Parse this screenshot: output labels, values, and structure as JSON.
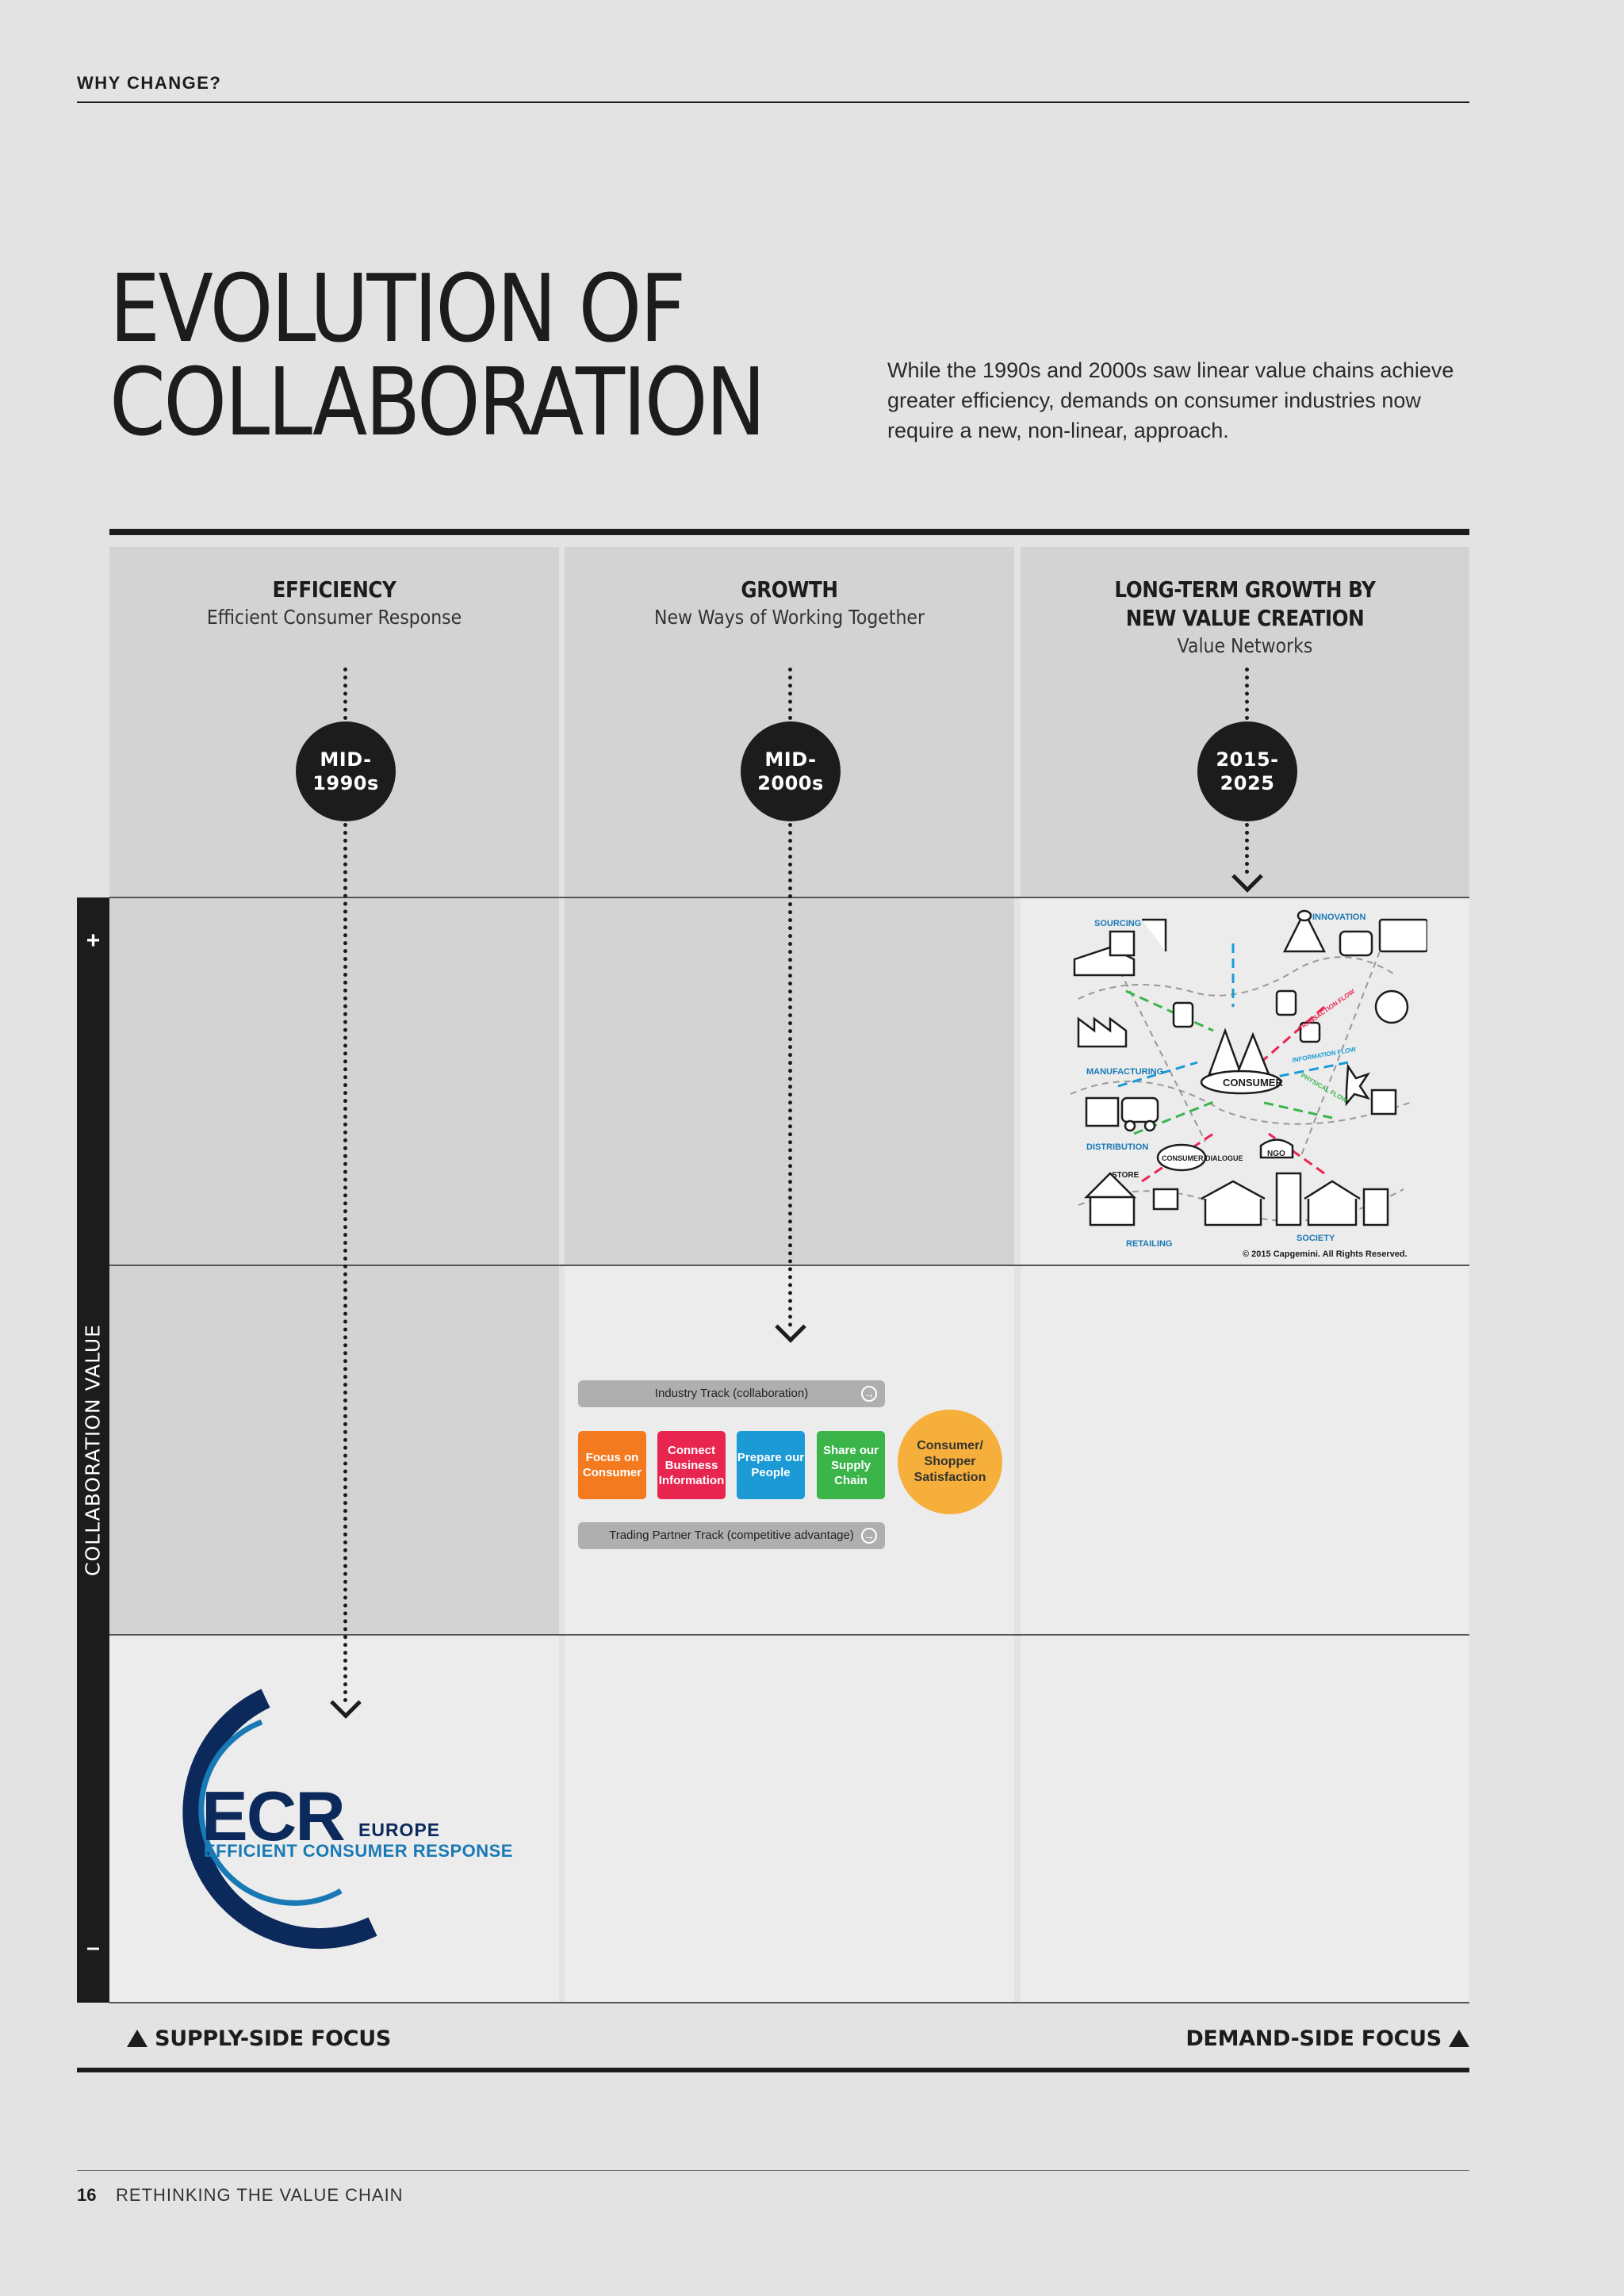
{
  "header": {
    "section": "WHY CHANGE?"
  },
  "title": {
    "line1": "EVOLUTION OF",
    "line2": "COLLABORATION"
  },
  "intro": "While the 1990s and 2000s saw linear value chains achieve greater efficiency, demands on consumer industries now require a new, non-linear, approach.",
  "columns": [
    {
      "heading": "EFFICIENCY",
      "sub": "Efficient Consumer Response",
      "era_line1": "MID-",
      "era_line2": "1990s"
    },
    {
      "heading": "GROWTH",
      "sub": "New Ways of Working Together",
      "era_line1": "MID-",
      "era_line2": "2000s"
    },
    {
      "heading_line1": "LONG-TERM GROWTH BY",
      "heading_line2": "NEW VALUE CREATION",
      "sub": "Value Networks",
      "era_line1": "2015-",
      "era_line2": "2025"
    }
  ],
  "axis": {
    "label": "COLLABORATION VALUE",
    "plus": "+",
    "minus": "–"
  },
  "growth_diagram": {
    "industry_track": "Industry Track (collaboration)",
    "trading_track": "Trading Partner Track (competitive advantage)",
    "boxes": [
      {
        "label": "Focus on Consumer",
        "color": "#f47a20"
      },
      {
        "label": "Connect Business Information",
        "color": "#e8254f"
      },
      {
        "label": "Prepare our People",
        "color": "#1b9ad6"
      },
      {
        "label": "Share our Supply Chain",
        "color": "#3bb54a"
      }
    ],
    "circle": "Consumer/ Shopper Satisfaction"
  },
  "value_network": {
    "labels": [
      "SOURCING",
      "INNOVATION",
      "MANUFACTURING",
      "DISTRIBUTION",
      "CONSUMER",
      "CONSUMER DIALOGUE",
      "STORE",
      "NGO",
      "RETAILING",
      "SOCIETY",
      "TRANSACTION FLOW",
      "INFORMATION FLOW",
      "PHYSICAL FLOW"
    ],
    "copyright": "© 2015 Capgemini. All Rights Reserved."
  },
  "ecr_logo": {
    "main": "ECR",
    "region": "EUROPE",
    "full": "EFFICIENT CONSUMER RESPONSE"
  },
  "footer": {
    "supply": "SUPPLY-SIDE FOCUS",
    "demand": "DEMAND-SIDE FOCUS",
    "page": "16",
    "publication": "RETHINKING THE VALUE CHAIN"
  },
  "colors": {
    "dark_text": "#1d1c1c",
    "ecr_navy": "#0b2a5b",
    "ecr_blue": "#1979b5"
  }
}
